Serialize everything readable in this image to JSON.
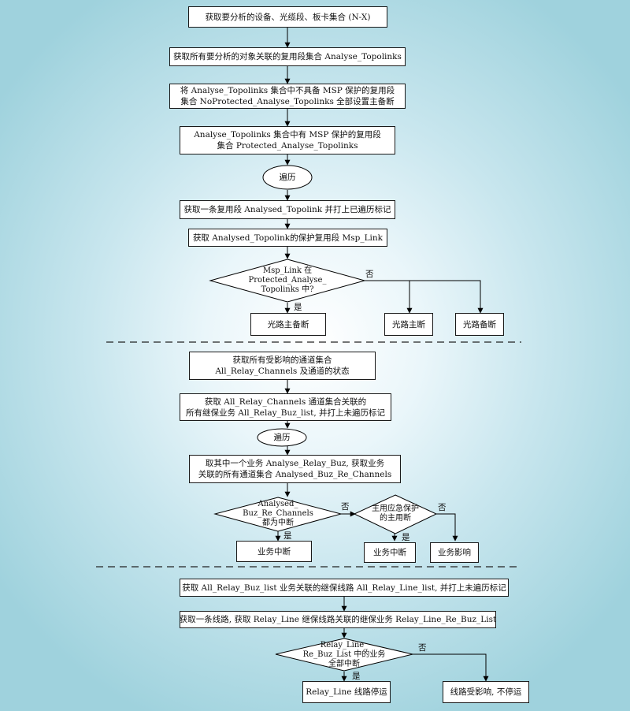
{
  "section1": {
    "get_objects": "获取要分析的设备、光缆段、板卡集合 (N-X)",
    "get_topolinks": "获取所有要分析的对象关联的复用段集合 Analyse_Topolinks",
    "no_protect": [
      "将 Analyse_Topolinks 集合中不具备 MSP 保护的复用段",
      "集合 NoProtected_Analyse_Topolinks 全部设置主备断"
    ],
    "protected": [
      "Analyse_Topolinks 集合中有 MSP 保护的复用段",
      "集合 Protected_Analyse_Topolinks"
    ],
    "traverse": "遍历",
    "get_one": "获取一条复用段 Analysed_Topolink 并打上已遍历标记",
    "get_msp": "获取  Analysed_Topolink的保护复用段 Msp_Link",
    "decision": [
      "Msp_Link 在",
      "Protected_Analyse_",
      "Topolinks 中?"
    ],
    "yes": "是",
    "no": "否",
    "main_backup_break": "光路主备断",
    "main_break": "光路主断",
    "backup_break": "光路备断"
  },
  "section2": {
    "get_channels": [
      "获取所有受影响的通道集合",
      "All_Relay_Channels 及通道的状态"
    ],
    "get_buz": [
      "获取 All_Relay_Channels 通道集合关联的",
      "所有继保业务 All_Relay_Buz_list, 并打上未遍历标记"
    ],
    "traverse": "遍历",
    "get_one_buz": [
      "取其中一个业务 Analyse_Relay_Buz, 获取业务",
      "关联的所有通道集合 Analysed_Buz_Re_Channels"
    ],
    "decision1": [
      "Analysed_",
      "Buz_Re_Channels",
      "都为中断"
    ],
    "decision2": [
      "主用应急保护",
      "的主用断"
    ],
    "yes": "是",
    "no": "否",
    "buz_break1": "业务中断",
    "buz_break2": "业务中断",
    "buz_affect": "业务影响"
  },
  "section3": {
    "get_lines": "获取 All_Relay_Buz_list 业务关联的继保线路 All_Relay_Line_list, 并打上未遍历标记",
    "get_one_line": "获取一条线路, 获取 Relay_Line 继保线路关联的继保业务 Relay_Line_Re_Buz_List",
    "decision": [
      "Relay_Line_",
      "Re_Buz_List 中的业务",
      "全部中断"
    ],
    "yes": "是",
    "no": "否",
    "line_stop": "Relay_Line 线路停运",
    "line_affect": "线路受影响, 不停运"
  }
}
